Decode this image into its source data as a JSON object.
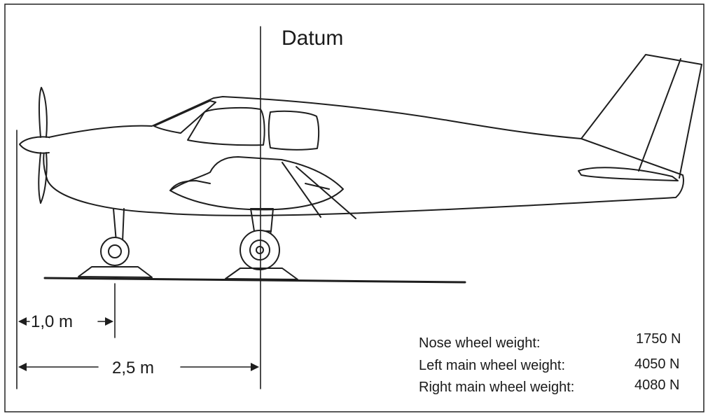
{
  "diagram": {
    "datum_label": "Datum",
    "dim_nose": "1,0 m",
    "dim_main": "2,5 m"
  },
  "weights": [
    {
      "label": "Nose wheel weight:",
      "value": "1750 N"
    },
    {
      "label": "Left main wheel weight:",
      "value": "4050 N"
    },
    {
      "label": "Right main wheel weight:",
      "value": "4080 N"
    }
  ]
}
